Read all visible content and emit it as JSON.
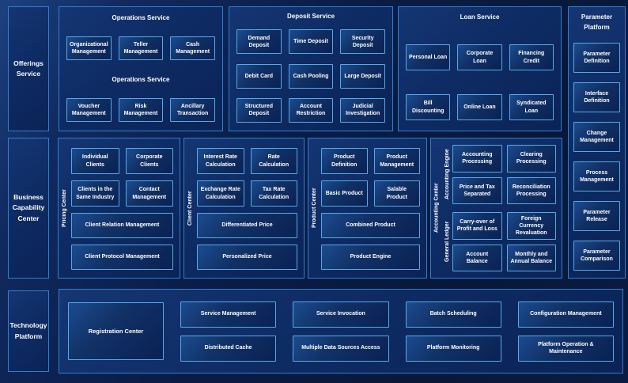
{
  "colors": {
    "background": "#0a1c45",
    "panel_fill": "#0e2b64",
    "panel_border": "#2e7fd2",
    "box_fill": "#113166",
    "box_border": "#54abe6",
    "text": "#ffffff"
  },
  "left_rail": {
    "offerings_label": "Offerings Service",
    "business_label": "Business Capability Center",
    "technology_label": "Technology Platform"
  },
  "operations_service": {
    "title": "Operations Service",
    "subtitle": "Operations Service",
    "row1": [
      "Organizational Management",
      "Teller Management",
      "Cash Management"
    ],
    "row2": [
      "Voucher Management",
      "Risk Management",
      "Ancillary Transaction"
    ]
  },
  "deposit_service": {
    "title": "Deposit Service",
    "boxes": [
      "Demand Deposit",
      "Time Deposit",
      "Security Deposit",
      "Debit Card",
      "Cash Pooling",
      "Large Deposit",
      "Structured Deposit",
      "Account Restriction",
      "Judicial Investigation"
    ]
  },
  "loan_service": {
    "title": "Loan Service",
    "row1": [
      "Personal Loan",
      "Corporate Loan",
      "Financing Credit"
    ],
    "row2": [
      "Bill Discounting",
      "Online Loan",
      "Syndicated Loan"
    ]
  },
  "parameter_platform": {
    "title": "Parameter Platform",
    "boxes": [
      "Parameter Definition",
      "Interface Definition",
      "Change Management",
      "Process Management",
      "Parameter Release",
      "Parameter Comparison"
    ]
  },
  "pricing_center": {
    "label": "Pricing Center",
    "grid": [
      "Individual Clients",
      "Corporate Clients",
      "Clients in the Same Industry",
      "Contact Management"
    ],
    "wide": [
      "Client Relation Management",
      "Client Protocol Management"
    ]
  },
  "client_center": {
    "label": "Client Center",
    "grid": [
      "Interest Rate Calculation",
      "Rate Calculation",
      "Exchange Rate Calculation",
      "Tax Rate Calculation"
    ],
    "wide": [
      "Differentiated Price",
      "Personalized Price"
    ]
  },
  "product_center": {
    "label": "Product Center",
    "grid": [
      "Product Definition",
      "Product Management",
      "Basic Product",
      "Salable Product"
    ],
    "wide": [
      "Combined Product",
      "Product Engine"
    ]
  },
  "accounting_center": {
    "label": "Accounting Center",
    "engine_label": "Accounting Engine",
    "ledger_label": "General Ledger",
    "engine_boxes": [
      "Accounting Processing",
      "Clearing Processing",
      "Price and Tax Separated",
      "Reconciliation Processing"
    ],
    "ledger_boxes": [
      "Carry-over of Profit and Loss",
      "Foreign Currency Revaluation",
      "Account Balance",
      "Monthly and Annual Balance"
    ]
  },
  "technology_platform": {
    "registration": "Registration Center",
    "columns": [
      {
        "top": "Service Management",
        "bottom": "Distributed Cache"
      },
      {
        "top": "Service Invocation",
        "bottom": "Multiple Data Sources Access"
      },
      {
        "top": "Batch Scheduling",
        "bottom": "Platform Monitoring"
      },
      {
        "top": "Configuration Management",
        "bottom": "Platform Operation & Maintenance"
      }
    ]
  }
}
